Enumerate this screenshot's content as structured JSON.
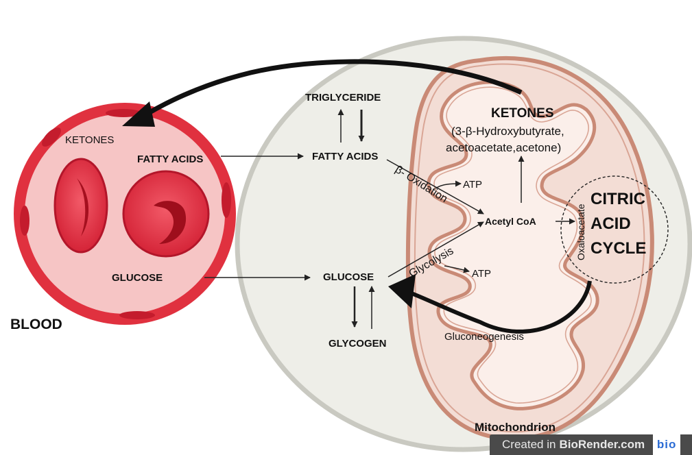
{
  "labels": {
    "blood": "BLOOD",
    "blood_ketones": "KETONES",
    "blood_fatty_acids": "FATTY ACIDS",
    "blood_glucose": "GLUCOSE",
    "triglyceride": "TRIGLYCERIDE",
    "cell_fatty_acids": "FATTY ACIDS",
    "beta_oxidation": "β- Oxidation",
    "atp_upper": "ATP",
    "atp_lower": "ATP",
    "acetyl_coa": "Acetyl CoA",
    "glycolysis": "Glycolysis",
    "cell_glucose": "GLUCOSE",
    "glycogen": "GLYCOGEN",
    "ketones_title": "KETONES",
    "ketones_detail_line1": "(3-β-Hydroxybutyrate,",
    "ketones_detail_line2": "acetoacetate,acetone)",
    "oxaloacetate": "Oxaloacetate",
    "citric_line1": "CITRIC",
    "citric_line2": "ACID",
    "citric_line3": "CYCLE",
    "gluconeogenesis": "Gluconeogenesis",
    "mitochondrion": "Mitochondrion"
  },
  "credit": {
    "prefix": "Created in",
    "brand": "BioRender.com",
    "logo": "bio"
  },
  "colors": {
    "cell_fill": "#eeeee8",
    "cell_stroke": "#c9c9c1",
    "mito_fill": "#f3ddd5",
    "mito_stroke": "#c98a76",
    "blood_outer": "#e0313f",
    "blood_inner": "#f6c5c5",
    "rbc": "#d9283a"
  }
}
